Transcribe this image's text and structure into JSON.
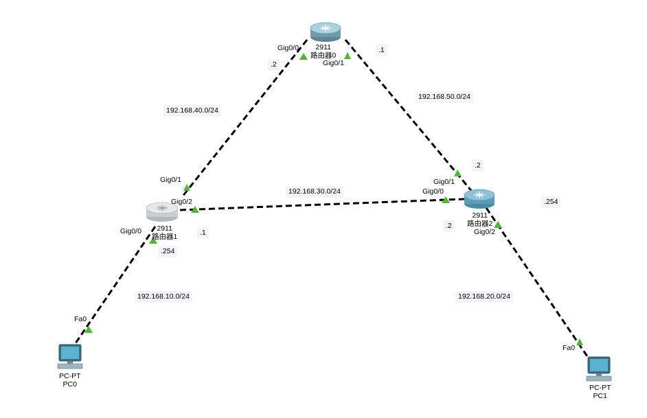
{
  "colors": {
    "link": "#000000",
    "link_up_indicator": "#4cba2e",
    "router_body": "#8fc2d6",
    "pc_screen": "#4aa3c0"
  },
  "devices": {
    "router0": {
      "model": "2911",
      "name": "路由器0"
    },
    "router1": {
      "model": "2911",
      "name": "路由器1"
    },
    "router2": {
      "model": "2911",
      "name": "路由器2"
    },
    "pc0": {
      "model": "PC-PT",
      "name": "PC0"
    },
    "pc1": {
      "model": "PC-PT",
      "name": "PC1"
    }
  },
  "networks": {
    "n40": "192.168.40.0/24",
    "n50": "192.168.50.0/24",
    "n30": "192.168.30.0/24",
    "n10": "192.168.10.0/24",
    "n20": "192.168.20.0/24"
  },
  "ports": {
    "r0_g00": "Gig0/0",
    "r0_g01": "Gig0/1",
    "r1_g01": "Gig0/1",
    "r1_g02": "Gig0/2",
    "r1_g00": "Gig0/0",
    "r2_g01": "Gig0/1",
    "r2_g00": "Gig0/0",
    "r2_g02": "Gig0/2",
    "pc0_fa0": "Fa0",
    "pc1_fa0": "Fa0"
  },
  "addresses": {
    "r0_40": ".2",
    "r0_50": ".1",
    "r2_50": ".2",
    "r2_20": ".254",
    "r2_30": ".2",
    "r1_30": ".1",
    "r1_10": ".254"
  }
}
